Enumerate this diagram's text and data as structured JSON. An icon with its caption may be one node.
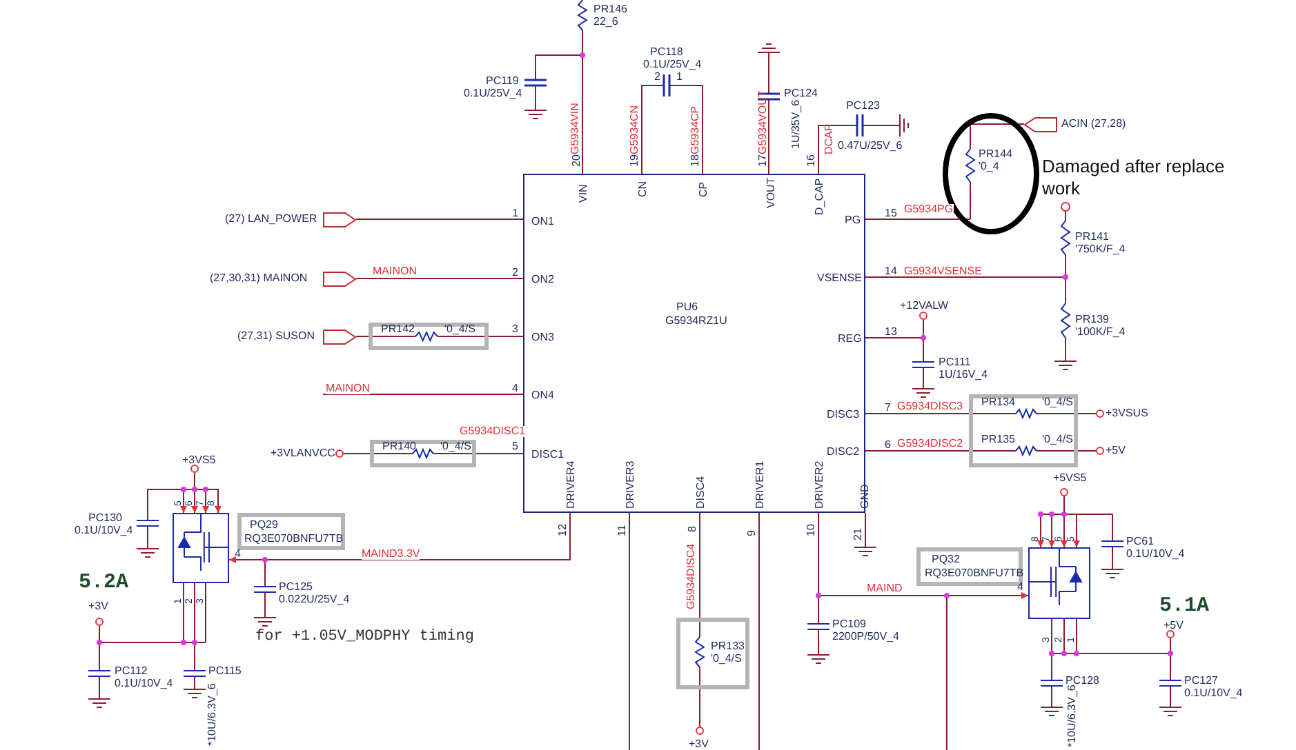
{
  "diagram": {
    "nodes": [
      {
        "text": [
          "PU6",
          "G5934RZ1U",
          "VIN",
          "CN",
          "CP",
          "VOUT",
          "D_CAP",
          "ON1",
          "ON2",
          "ON3",
          "ON4",
          "DISC1",
          "PG",
          "VSENSE",
          "REG",
          "DISC3",
          "DISC2",
          "DRIVER4",
          "DRIVER3",
          "DISC4",
          "DRIVER1",
          "DRIVER2",
          "GND"
        ],
        "beside": [
          "20",
          "19",
          "18",
          "17",
          "16",
          "1",
          "2",
          "3",
          "4",
          "5",
          "15",
          "14",
          "13",
          "7",
          "6",
          "12",
          "11",
          "8",
          "9",
          "10",
          "21"
        ]
      },
      {
        "text": [
          "PR142",
          "'0_4/S"
        ]
      },
      {
        "text": [
          "PR140",
          "'0_4/S"
        ]
      },
      {
        "text": [
          "PR144",
          "'0_4"
        ],
        "beside": [
          "Damaged after replace work"
        ]
      },
      {
        "text": [
          "PR134",
          "'0_4/S",
          "PR135",
          "'0_4/S"
        ]
      },
      {
        "text": [
          "PQ29",
          "RQ3E070BNFU7TB"
        ]
      },
      {
        "text": [
          "PR133",
          "'0_4/S"
        ]
      },
      {
        "text": [
          "PQ32",
          "RQ3E070BNFU7TB"
        ]
      },
      {
        "text": [],
        "shape": "flag",
        "beside": [
          "(27) LAN_POWER"
        ]
      },
      {
        "text": [],
        "shape": "flag",
        "beside": [
          "(27,30,31) MAINON"
        ]
      },
      {
        "text": [],
        "shape": "flag",
        "beside": [
          "(27,31) SUSON"
        ]
      },
      {
        "text": [],
        "shape": "flag",
        "beside": [
          "ACIN (27,28)"
        ]
      },
      {
        "text": [],
        "shape": "circle",
        "beside": [
          "+3VLANVCC"
        ]
      },
      {
        "text": [],
        "shape": "circle",
        "beside": [
          "+3VSUS"
        ]
      },
      {
        "text": [],
        "shape": "circle",
        "beside": [
          "+5V"
        ]
      },
      {
        "text": [],
        "shape": "circle",
        "beside": [
          "+3V"
        ]
      },
      {
        "text": [],
        "shape": "transistor",
        "beside": [
          "5",
          "6",
          "7",
          "8",
          "4",
          "1",
          "2",
          "3"
        ]
      },
      {
        "text": [],
        "shape": "transistor",
        "beside": [
          "8",
          "7",
          "6",
          "5",
          "4",
          "3",
          "2",
          "1"
        ]
      },
      {
        "text": [],
        "shape": "circle",
        "beside": [
          "+3VS5"
        ]
      },
      {
        "text": [],
        "shape": "circle",
        "beside": [
          "+5VS5"
        ]
      },
      {
        "text": [],
        "shape": "circle",
        "beside": [
          "+3V"
        ]
      },
      {
        "text": [],
        "shape": "circle",
        "beside": [
          "+5V"
        ]
      },
      {
        "text": [],
        "shape": "circle",
        "beside": [
          "+12VALW"
        ]
      },
      {
        "text": [],
        "shape": "capacitor",
        "beside": [
          "PC125",
          "0.022U/25V_4"
        ]
      },
      {
        "text": [],
        "shape": "capacitor",
        "beside": [
          "PC109",
          "2200P/50V_4"
        ]
      },
      {
        "text": [],
        "shape": "capacitor",
        "beside": [
          "PC130",
          "0.1U/10V_4"
        ]
      },
      {
        "text": [],
        "shape": "capacitor",
        "beside": [
          "PC112",
          "0.1U/10V_4"
        ]
      },
      {
        "text": [],
        "shape": "capacitor",
        "beside": [
          "PC115",
          "*10U/6.3V_6"
        ]
      },
      {
        "text": [],
        "shape": "capacitor",
        "beside": [
          "PC61",
          "0.1U/10V_4"
        ]
      },
      {
        "text": [],
        "shape": "capacitor",
        "beside": [
          "PC128",
          "*10U/6.3V_6"
        ]
      },
      {
        "text": [],
        "shape": "capacitor",
        "beside": [
          "PC127",
          "0.1U/10V_4"
        ]
      },
      {
        "text": [],
        "shape": "capacitor",
        "beside": [
          "PC111",
          "1U/16V_4"
        ]
      }
    ],
    "edges": [
      {
        "from": 8,
        "to": 0,
        "arrow": "none"
      },
      {
        "from": 9,
        "to": 0,
        "arrow": "none",
        "label": "MAINON"
      },
      {
        "from": 10,
        "to": 1,
        "arrow": "none"
      },
      {
        "from": 1,
        "to": 0,
        "arrow": "none"
      },
      {
        "from": null,
        "to": 0,
        "arrow": "none",
        "label": "MAINON"
      },
      {
        "from": 12,
        "to": 2,
        "arrow": "none"
      },
      {
        "from": 2,
        "to": 0,
        "arrow": "none",
        "label": "G5934DISC1"
      },
      {
        "from": 0,
        "to": 4,
        "arrow": "none",
        "label": "G5934DISC3"
      },
      {
        "from": 0,
        "to": 4,
        "arrow": "none",
        "label": "G5934DISC2"
      },
      {
        "from": 4,
        "to": 13,
        "arrow": "none"
      },
      {
        "from": 4,
        "to": 14,
        "arrow": "none"
      },
      {
        "from": 0,
        "to": 6,
        "arrow": "none",
        "label": "G5934DISC4"
      },
      {
        "from": 6,
        "to": 15,
        "arrow": "none"
      },
      {
        "from": 0,
        "to": 3,
        "arrow": "none",
        "label": "G5934PG"
      },
      {
        "from": 11,
        "to": 3,
        "arrow": "none"
      },
      {
        "from": 0,
        "to": 16,
        "arrow": "to",
        "label": "MAIND3.3V"
      },
      {
        "from": 0,
        "to": 17,
        "arrow": "to",
        "label": "MAIND"
      },
      {
        "from": 18,
        "to": 16,
        "arrow": "to"
      },
      {
        "from": 19,
        "to": 17,
        "arrow": "to"
      },
      {
        "from": 16,
        "to": 20,
        "arrow": "none"
      },
      {
        "from": 17,
        "to": 21,
        "arrow": "none"
      },
      {
        "from": 0,
        "to": 22,
        "arrow": "none"
      },
      {
        "from": 0,
        "to": null,
        "arrow": "none"
      },
      {
        "from": 0,
        "to": null,
        "arrow": "none"
      },
      {
        "from": 0,
        "to": null,
        "arrow": "none"
      },
      {
        "from": 0,
        "to": 23,
        "arrow": "none"
      },
      {
        "from": 0,
        "to": 24,
        "arrow": "none"
      },
      {
        "from": 18,
        "to": 25,
        "arrow": "none"
      },
      {
        "from": 20,
        "to": 26,
        "arrow": "none"
      },
      {
        "from": 20,
        "to": 27,
        "arrow": "none"
      },
      {
        "from": 19,
        "to": 28,
        "arrow": "none"
      },
      {
        "from": 21,
        "to": 29,
        "arrow": "none"
      },
      {
        "from": 21,
        "to": 30,
        "arrow": "none"
      },
      {
        "from": 22,
        "to": 31,
        "arrow": "none"
      }
    ],
    "labels": [
      "PR146",
      "22_6",
      "PC119",
      "0.1U/25V_4",
      "PC118",
      "0.1U/25V_4",
      "2",
      "1",
      "PC124",
      "1U/35V_6",
      "PC123",
      "0.47U/25V_6",
      "G5934VIN",
      "G5934CN",
      "G5934CP",
      "G5934VOUT",
      "DCAP",
      "G5934VSENSE",
      "PR141",
      "'750K/F_4",
      "PR139",
      "'100K/F_4",
      "for +1.05V_MODPHY timing",
      "5.2A",
      "5.1A"
    ]
  }
}
